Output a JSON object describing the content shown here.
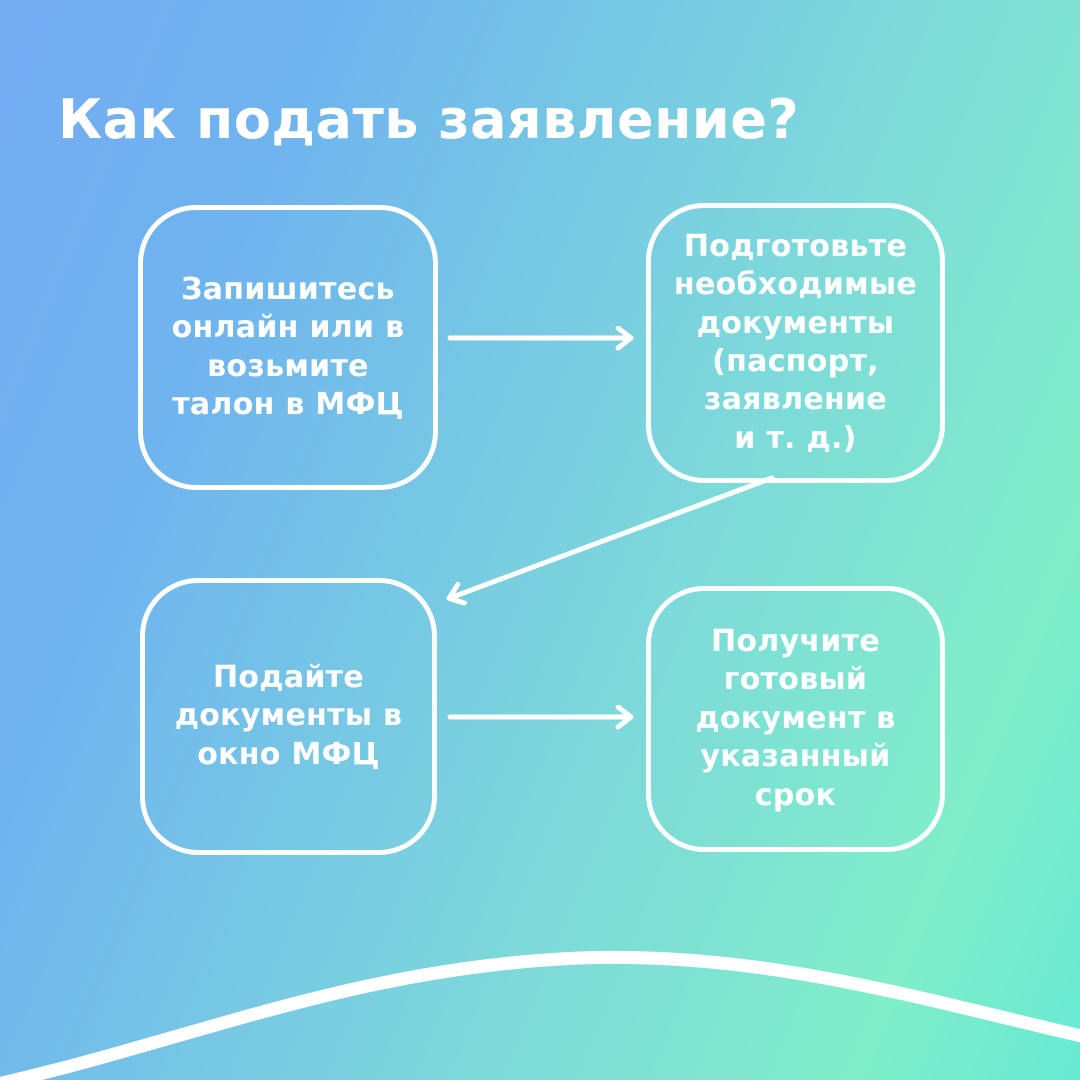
{
  "title": "Как подать заявление?",
  "steps": [
    {
      "id": 1,
      "text": "Запишитесь\nонлайн или в\nвозьмите\nталон в МФЦ"
    },
    {
      "id": 2,
      "text": "Подготовьте\nнеобходимые\nдокументы\n(паспорт,\nзаявление\nи т. д.)"
    },
    {
      "id": 3,
      "text": "Подайте\nдокументы в\nокно МФЦ"
    },
    {
      "id": 4,
      "text": "Получите\nготовый\nдокумент в\nуказанный\nсрок"
    }
  ],
  "flow": [
    {
      "from": 1,
      "to": 2
    },
    {
      "from": 2,
      "to": 3
    },
    {
      "from": 3,
      "to": 4
    }
  ],
  "colors": {
    "gradient_start": "#74abf2",
    "gradient_end": "#67e9d3",
    "text": "#ffffff",
    "box_border": "#ffffff",
    "arrow": "#ffffff",
    "wave": "#ffffff"
  }
}
